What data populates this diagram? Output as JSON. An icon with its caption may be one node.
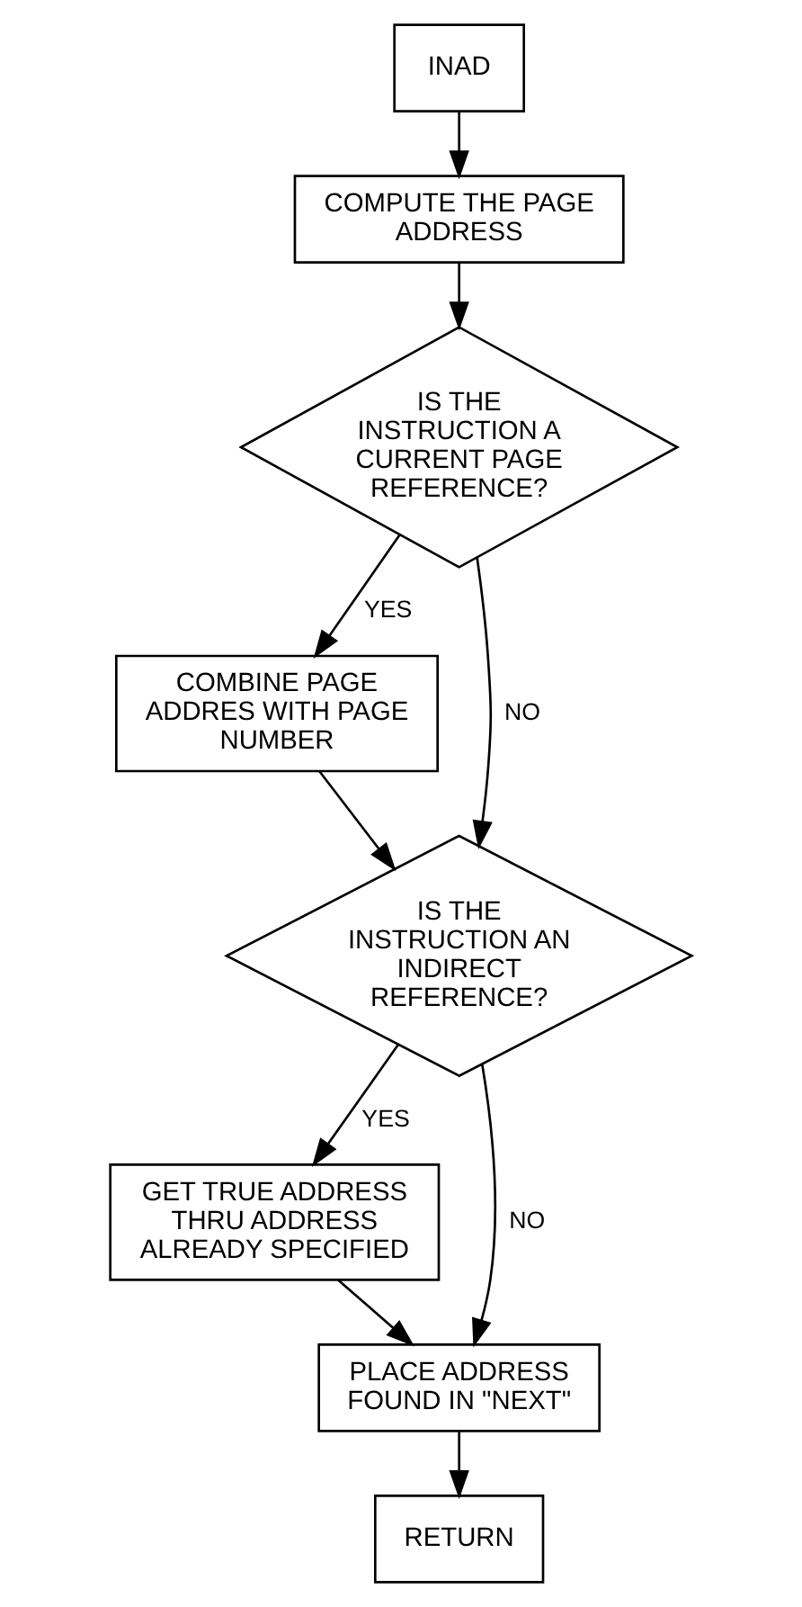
{
  "diagram": {
    "nodes": [
      {
        "text": [
          "INAD"
        ]
      },
      {
        "text": [
          "COMPUTE THE PAGE ADDRESS"
        ]
      },
      {
        "text": [
          "IS THE INSTRUCTION A CURRENT PAGE REFERENCE?"
        ]
      },
      {
        "text": [
          "COMBINE PAGE ADDRES WITH PAGE NUMBER"
        ]
      },
      {
        "text": [
          "IS THE INSTRUCTION AN INDIRECT REFERENCE?"
        ]
      },
      {
        "text": [
          "GET TRUE ADDRESS THRU ADDRESS ALREADY SPECIFIED"
        ]
      },
      {
        "text": [
          "PLACE ADDRESS FOUND IN \"NEXT\""
        ]
      },
      {
        "text": [
          "RETURN"
        ]
      }
    ],
    "edges": [
      {
        "from": 0,
        "to": 1,
        "arrow": "to"
      },
      {
        "from": 1,
        "to": 2,
        "arrow": "to"
      },
      {
        "from": 2,
        "to": 3,
        "arrow": "to",
        "label": "YES"
      },
      {
        "from": 2,
        "to": 4,
        "arrow": "to",
        "label": "NO"
      },
      {
        "from": 3,
        "to": 4,
        "arrow": "to"
      },
      {
        "from": 4,
        "to": 5,
        "arrow": "to",
        "label": "YES"
      },
      {
        "from": 4,
        "to": 6,
        "arrow": "to",
        "label": "NO"
      },
      {
        "from": 5,
        "to": 6,
        "arrow": "to"
      },
      {
        "from": 6,
        "to": 7,
        "arrow": "to"
      }
    ]
  }
}
